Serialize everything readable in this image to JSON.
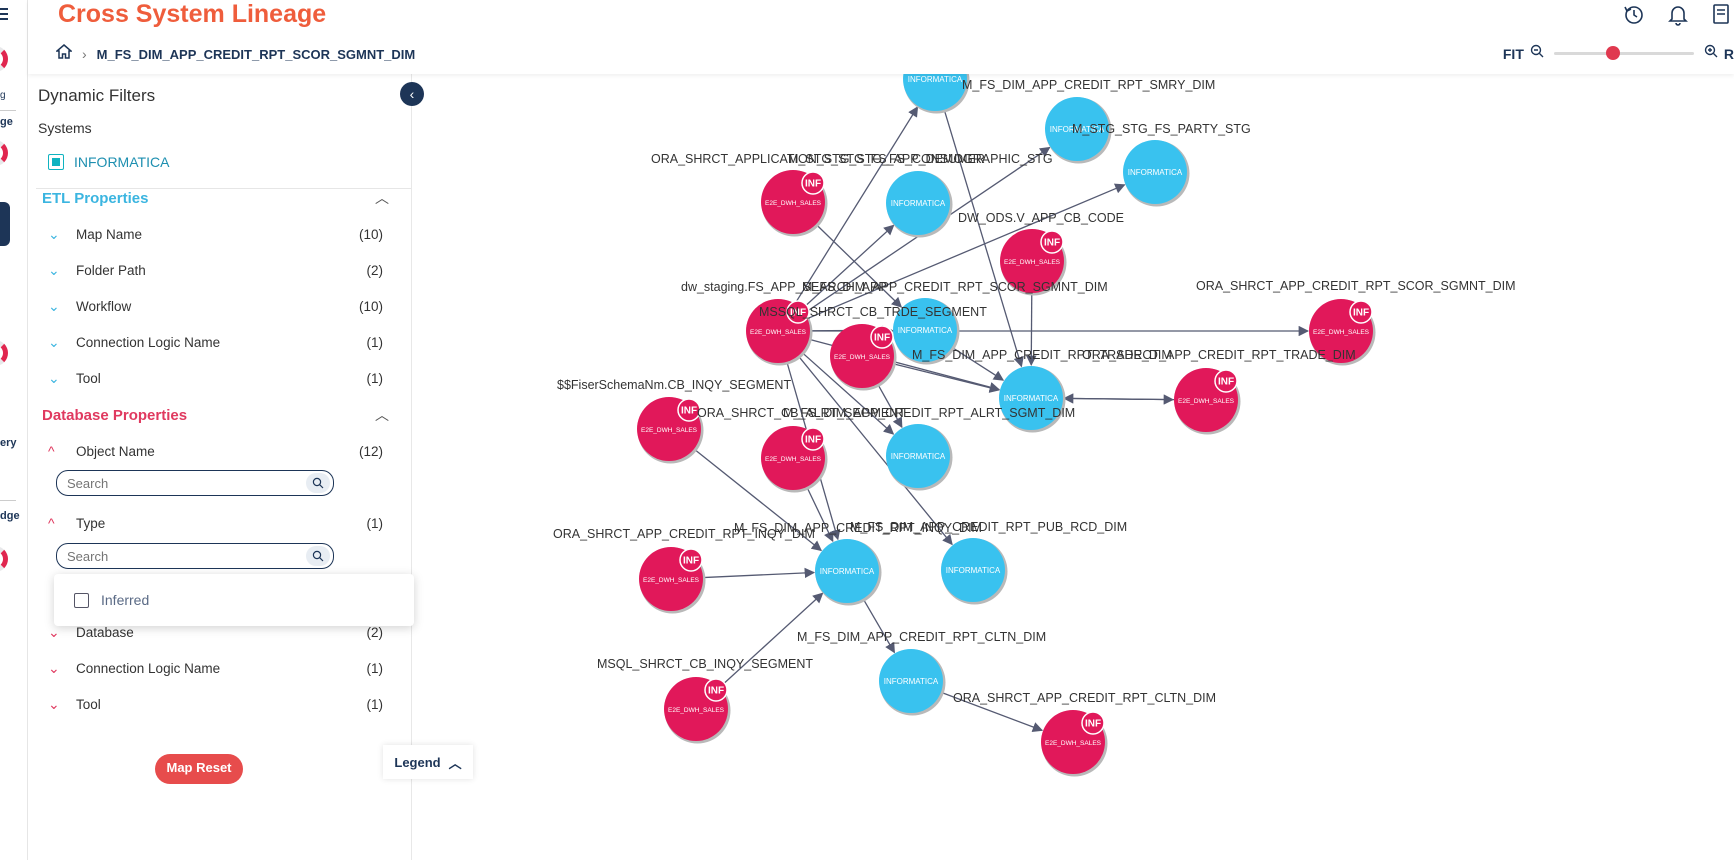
{
  "header": {
    "title": "Cross System Lineage",
    "breadcrumb": "M_FS_DIM_APP_CREDIT_RPT_SCOR_SGMNT_DIM",
    "zoom_fit_label": "FIT",
    "zoom_right_label": "R",
    "zoom_level": 0.42
  },
  "rail": {
    "labels": [
      "g",
      "ge",
      "ery",
      "dge"
    ]
  },
  "filters": {
    "title": "Dynamic Filters",
    "systems_label": "Systems",
    "system_item": "INFORMATICA",
    "etl_title": "ETL Properties",
    "etl_rows": [
      {
        "label": "Map Name",
        "count": "(10)"
      },
      {
        "label": "Folder Path",
        "count": "(2)"
      },
      {
        "label": "Workflow",
        "count": "(10)"
      },
      {
        "label": "Connection Logic Name",
        "count": "(1)"
      },
      {
        "label": "Tool",
        "count": "(1)"
      }
    ],
    "db_title": "Database Properties",
    "db_rows": [
      {
        "label": "Object Name",
        "count": "(12)"
      },
      {
        "label": "Type",
        "count": "(1)"
      },
      {
        "label": "Database",
        "count": "(2)"
      },
      {
        "label": "Connection Logic Name",
        "count": "(1)"
      },
      {
        "label": "Tool",
        "count": "(1)"
      }
    ],
    "search_placeholder": "Search",
    "popup_option": "Inferred",
    "map_reset": "Map Reset"
  },
  "legend": {
    "label": "Legend"
  },
  "graph": {
    "colors": {
      "informatica": "#39c2ef",
      "database": "#e1185a",
      "edge": "#555a72"
    },
    "node_badge": "INF",
    "node_sublabel_db": "E2E_DWH_SALES",
    "node_sublabel_etl": "INFORMATICA",
    "labels": [
      "M_FS_DIM_APP_CREDIT_RPT_SMRY_DIM",
      "M_STG_STG_FS_PARTY_STG",
      "ORA_SHRCT_APPLICATION_STG_STG_FS_CONSUMER",
      "M_STG_STG_FS_APP_DEMOGRAPHIC_STG",
      "DW_ODS.V_APP_CB_CODE",
      "dw_staging.FS_APP_SEARCH_APP",
      "M_FS_DIM_APP_CREDIT_RPT_SCOR_SGMNT_DIM",
      "ORA_SHRCT_APP_CREDIT_RPT_SCOR_SGMNT_DIM",
      "MSSQL_SHRCT_CB_TRDE_SEGMENT",
      "M_FS_DIM_APP_CREDIT_RPT_TRADE_DIM",
      "ORA_SHRCT_APP_CREDIT_RPT_TRADE_DIM",
      "$$FiserSchemaNm.CB_INQY_SEGMENT",
      "ORA_SHRCT_CB_ALRT_SEGMENT",
      "M_FS_DIM_APP_CREDIT_RPT_ALRT_SGMT_DIM",
      "ORA_SHRCT_APP_CREDIT_RPT_INQY_DIM",
      "M_FS_DIM_APP_CREDIT_RPT_INQY_DIM",
      "M_FS_DIM_APP_CREDIT_RPT_PUB_RCD_DIM",
      "M_FS_DIM_APP_CREDIT_RPT_CLTN_DIM",
      "MSQL_SHRCT_CB_INQY_SEGMENT",
      "ORA_SHRCT_APP_CREDIT_RPT_CLTN_DIM"
    ]
  }
}
